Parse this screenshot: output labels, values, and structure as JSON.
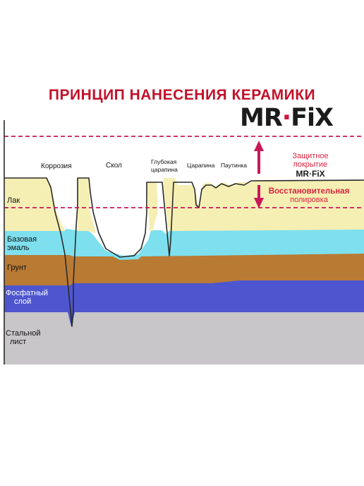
{
  "title": "ПРИНЦИП НАНЕСЕНИЯ КЕРАМИКИ",
  "brand": {
    "logo_left": "MR",
    "logo_dot": "·",
    "logo_right": "FiX",
    "small_logo": "MR·FiX"
  },
  "defects": {
    "corrosion": "Коррозия",
    "chip": "Скол",
    "deep_scratch_1": "Глубокая",
    "deep_scratch_2": "царапина",
    "scratch": "Царапина",
    "web": "Паутинка"
  },
  "layers": {
    "lacquer": "Лак",
    "base_enamel_1": "Базовая",
    "base_enamel_2": "эмаль",
    "primer": "Грунт",
    "phosphate_1": "Фосфатный",
    "phosphate_2": "слой",
    "steel_1": "Стальной",
    "steel_2": "лист"
  },
  "annotations": {
    "protective_1": "Защитное",
    "protective_2": "покрытие",
    "polishing_1": "Восстановительная",
    "polishing_2": "полировка"
  },
  "colors": {
    "title_red": "#c2112a",
    "accent_magenta": "#c8185a",
    "steel": "#c8c6c9",
    "phosphate": "#4e56cf",
    "primer": "#b97a34",
    "enamel": "#7ee0ee",
    "lacquer": "#f6efb4",
    "annotation_red": "#d9243e"
  }
}
